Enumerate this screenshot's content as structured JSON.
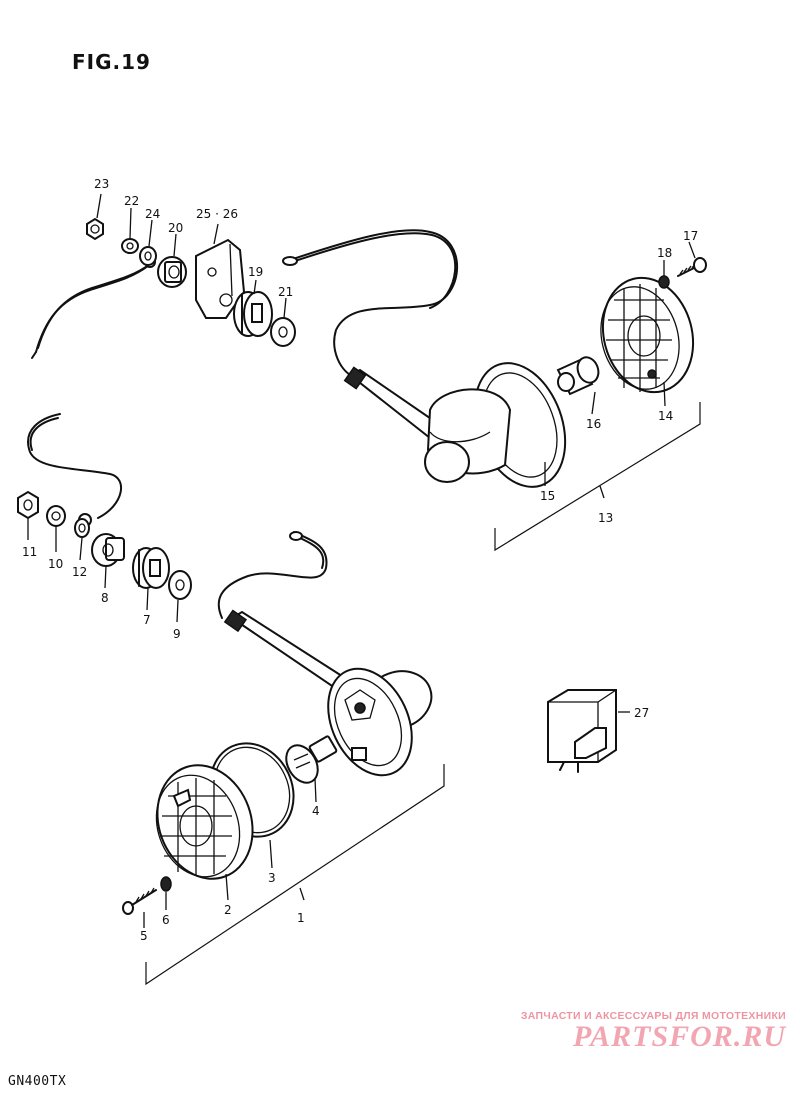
{
  "figure": {
    "title": "FIG.19",
    "model": "GN400TX"
  },
  "callouts": [
    {
      "id": "c23",
      "label": "23"
    },
    {
      "id": "c22",
      "label": "22"
    },
    {
      "id": "c24",
      "label": "24"
    },
    {
      "id": "c20",
      "label": "20"
    },
    {
      "id": "c25-26",
      "label": "25 · 26"
    },
    {
      "id": "c19",
      "label": "19"
    },
    {
      "id": "c21",
      "label": "21"
    },
    {
      "id": "c18",
      "label": "18"
    },
    {
      "id": "c17",
      "label": "17"
    },
    {
      "id": "c16",
      "label": "16"
    },
    {
      "id": "c14",
      "label": "14"
    },
    {
      "id": "c15",
      "label": "15"
    },
    {
      "id": "c13",
      "label": "13"
    },
    {
      "id": "c11",
      "label": "11"
    },
    {
      "id": "c10",
      "label": "10"
    },
    {
      "id": "c12",
      "label": "12"
    },
    {
      "id": "c8",
      "label": "8"
    },
    {
      "id": "c7",
      "label": "7"
    },
    {
      "id": "c9",
      "label": "9"
    },
    {
      "id": "c4",
      "label": "4"
    },
    {
      "id": "c3",
      "label": "3"
    },
    {
      "id": "c2",
      "label": "2"
    },
    {
      "id": "c5",
      "label": "5"
    },
    {
      "id": "c6",
      "label": "6"
    },
    {
      "id": "c1",
      "label": "1"
    },
    {
      "id": "c27",
      "label": "27"
    }
  ],
  "watermark": {
    "tagline": "ЗАПЧАСТИ И АКСЕССУАРЫ ДЛЯ МОТОТЕХНИКИ",
    "logo": "PARTSFOR.RU",
    "color": "#e33c56"
  }
}
